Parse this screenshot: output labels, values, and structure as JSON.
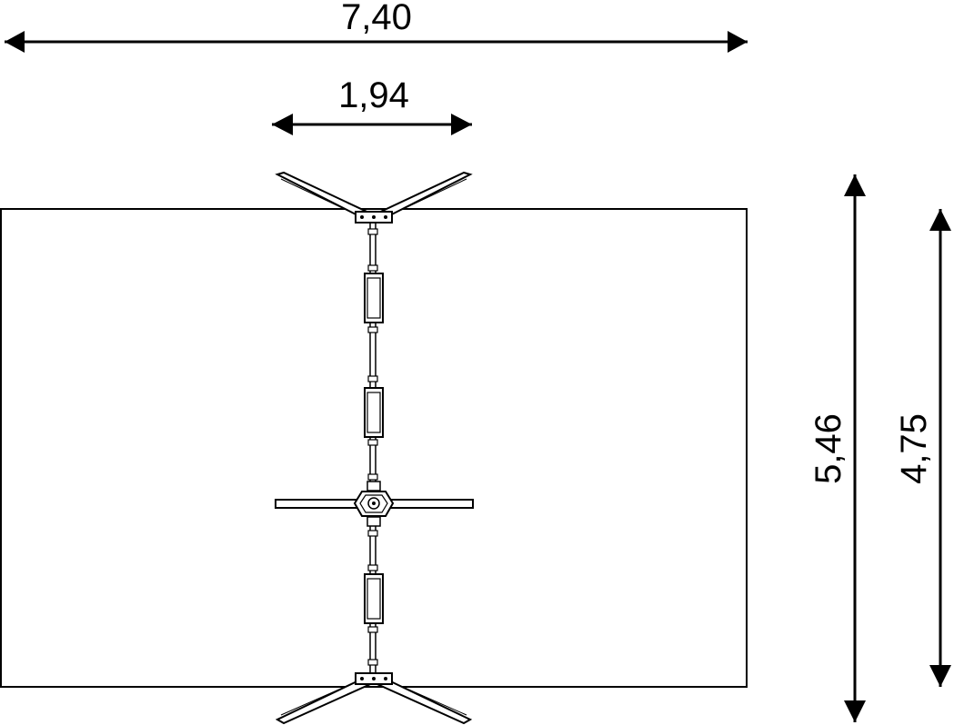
{
  "dimensions": {
    "total_width": "7,40",
    "beam_width": "1,94",
    "total_length": "5,46",
    "inner_length": "4,75"
  },
  "colors": {
    "line": "#000000",
    "background": "#ffffff"
  }
}
